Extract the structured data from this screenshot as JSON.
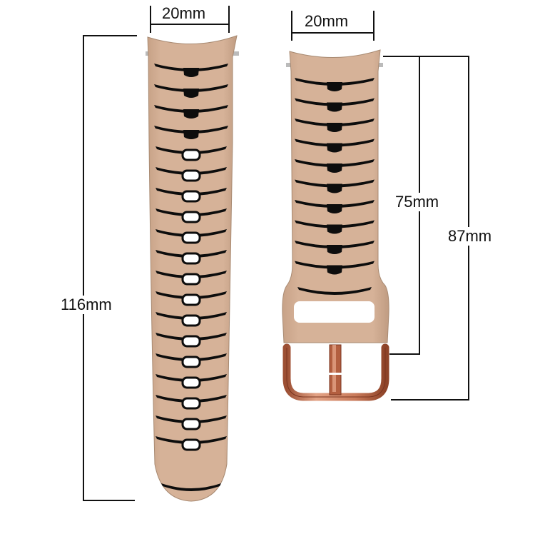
{
  "colors": {
    "strap": "#d1ad91",
    "strap_edge": "#a88a72",
    "stripe": "#0d0d0d",
    "buckle": "#b8694a",
    "buckle_highlight": "#e6a88a",
    "line": "#111111"
  },
  "dimensions": {
    "left_strap_width": "20mm",
    "right_strap_width": "20mm",
    "left_strap_length": "116mm",
    "right_strap_body_length": "75mm",
    "right_strap_total_length": "87mm"
  },
  "left_strap": {
    "stripes_solid": 4,
    "stripes_with_holes": 15,
    "stripes_tail": 1
  },
  "right_strap": {
    "stripes": 11
  }
}
